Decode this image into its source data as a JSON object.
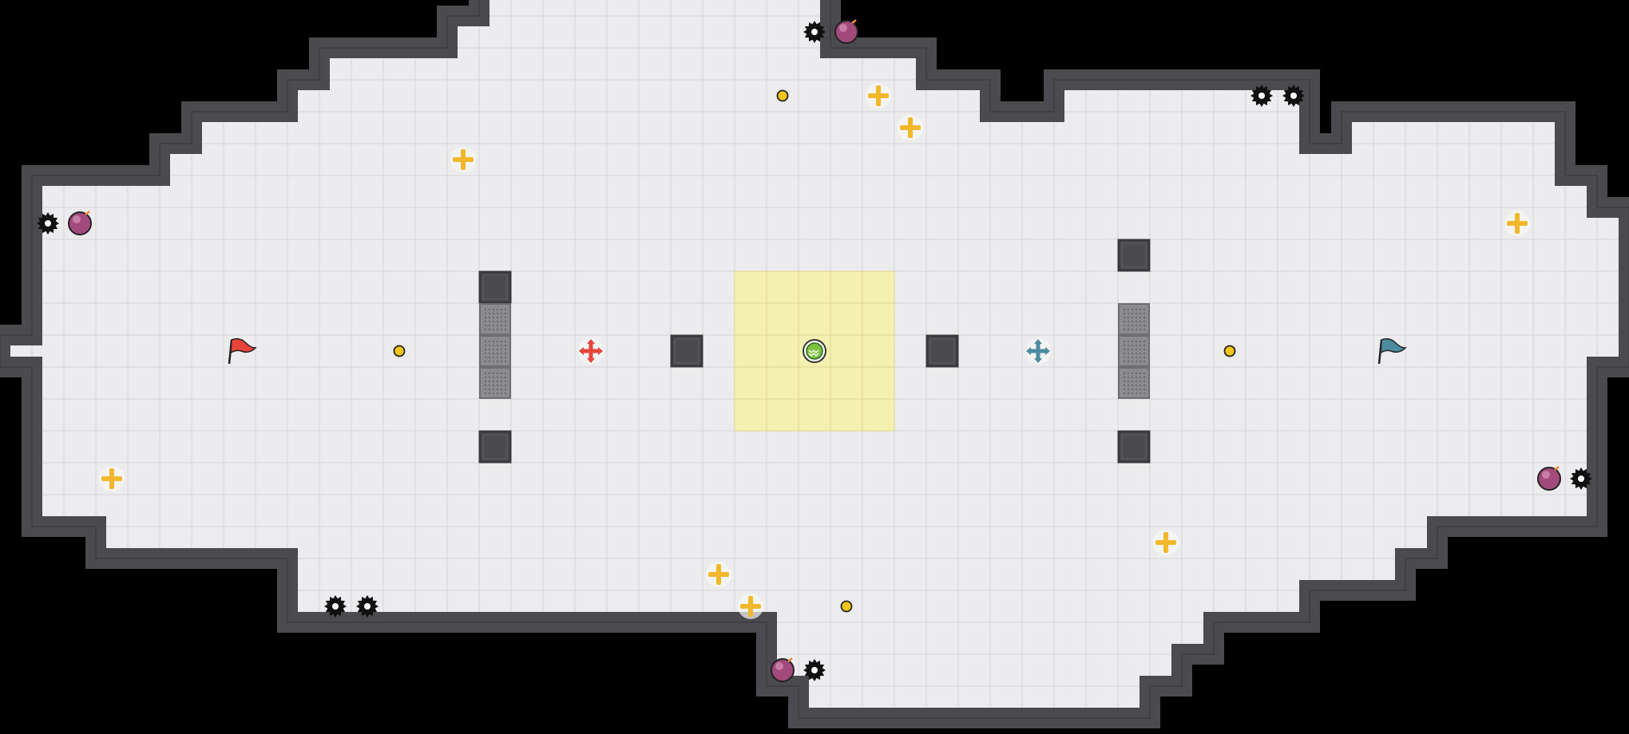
{
  "map": {
    "grid": {
      "cols": 51,
      "rows": 23
    },
    "colors": {
      "background": "#000000",
      "floor": "#ececee",
      "grid_line": "#d4d4d8",
      "wall": "#4a4a4f",
      "wall_edge": "#3a3a3e",
      "wall_highlight": "#e6e6e8",
      "neutral_zone": "#f4f0b0",
      "neutral_zone_line": "#dcd690",
      "speed_pad": "#8c8c90",
      "speed_pad_dot": "#6a6a6e",
      "red_team": "#e8443a",
      "blue_team": "#4a8c9e",
      "bomb": "#a24a7c",
      "spike": "#111111",
      "powerup": "#f0b82a",
      "button": "#f5c518",
      "portal": "#7ac142"
    },
    "floor_rows": [
      {
        "row": 0,
        "spans": [
          [
            15,
            25
          ]
        ]
      },
      {
        "row": 1,
        "spans": [
          [
            14,
            25
          ]
        ]
      },
      {
        "row": 2,
        "spans": [
          [
            10,
            28
          ]
        ]
      },
      {
        "row": 3,
        "spans": [
          [
            9,
            30
          ],
          [
            33,
            40
          ]
        ]
      },
      {
        "row": 4,
        "spans": [
          [
            6,
            32
          ],
          [
            33,
            40
          ],
          [
            42,
            48
          ]
        ]
      },
      {
        "row": 5,
        "spans": [
          [
            5,
            48
          ]
        ]
      },
      {
        "row": 6,
        "spans": [
          [
            1,
            49
          ]
        ]
      },
      {
        "row": 7,
        "spans": [
          [
            1,
            50
          ]
        ]
      },
      {
        "row": 8,
        "spans": [
          [
            1,
            50
          ]
        ]
      },
      {
        "row": 9,
        "spans": [
          [
            1,
            50
          ]
        ]
      },
      {
        "row": 10,
        "spans": [
          [
            1,
            50
          ]
        ]
      },
      {
        "row": 11,
        "spans": [
          [
            0,
            50
          ]
        ]
      },
      {
        "row": 12,
        "spans": [
          [
            1,
            49
          ]
        ]
      },
      {
        "row": 13,
        "spans": [
          [
            1,
            49
          ]
        ]
      },
      {
        "row": 14,
        "spans": [
          [
            1,
            49
          ]
        ]
      },
      {
        "row": 15,
        "spans": [
          [
            1,
            49
          ]
        ]
      },
      {
        "row": 16,
        "spans": [
          [
            1,
            49
          ]
        ]
      },
      {
        "row": 17,
        "spans": [
          [
            3,
            44
          ]
        ]
      },
      {
        "row": 18,
        "spans": [
          [
            9,
            43
          ]
        ]
      },
      {
        "row": 19,
        "spans": [
          [
            9,
            40
          ]
        ]
      },
      {
        "row": 20,
        "spans": [
          [
            24,
            37
          ]
        ]
      },
      {
        "row": 21,
        "spans": [
          [
            24,
            36
          ]
        ]
      },
      {
        "row": 22,
        "spans": [
          [
            25,
            35
          ]
        ]
      }
    ],
    "walls": [
      {
        "col": 15,
        "row": 9
      },
      {
        "col": 15,
        "row": 14
      },
      {
        "col": 21,
        "row": 11
      },
      {
        "col": 29,
        "row": 11
      },
      {
        "col": 35,
        "row": 8
      },
      {
        "col": 35,
        "row": 14
      }
    ],
    "neutral_zone": {
      "col": 23,
      "row": 9,
      "cols": 5,
      "rows": 5
    },
    "speed_pads": [
      {
        "col": 15,
        "row": 10
      },
      {
        "col": 15,
        "row": 11
      },
      {
        "col": 15,
        "row": 12
      },
      {
        "col": 35,
        "row": 10
      },
      {
        "col": 35,
        "row": 11
      },
      {
        "col": 35,
        "row": 12
      }
    ],
    "flags": [
      {
        "team": "red",
        "col": 7,
        "row": 11
      },
      {
        "team": "blue",
        "col": 43,
        "row": 11
      }
    ],
    "team_boosts": [
      {
        "team": "red",
        "col": 18,
        "row": 11
      },
      {
        "team": "blue",
        "col": 32,
        "row": 11
      }
    ],
    "portal": {
      "col": 25,
      "row": 11
    },
    "spikes": [
      {
        "col": 25,
        "row": 1
      },
      {
        "col": 39,
        "row": 3
      },
      {
        "col": 40,
        "row": 3
      },
      {
        "col": 1,
        "row": 7
      },
      {
        "col": 49,
        "row": 15
      },
      {
        "col": 10,
        "row": 19
      },
      {
        "col": 11,
        "row": 19
      },
      {
        "col": 25,
        "row": 21
      }
    ],
    "bombs": [
      {
        "col": 26,
        "row": 1
      },
      {
        "col": 2,
        "row": 7
      },
      {
        "col": 48,
        "row": 15
      },
      {
        "col": 24,
        "row": 21
      }
    ],
    "powerups": [
      {
        "col": 27,
        "row": 3
      },
      {
        "col": 28,
        "row": 4
      },
      {
        "col": 14,
        "row": 5
      },
      {
        "col": 47,
        "row": 7
      },
      {
        "col": 3,
        "row": 15
      },
      {
        "col": 36,
        "row": 17
      },
      {
        "col": 22,
        "row": 18
      },
      {
        "col": 23,
        "row": 19
      }
    ],
    "buttons": [
      {
        "col": 24,
        "row": 3
      },
      {
        "col": 12,
        "row": 11
      },
      {
        "col": 38,
        "row": 11
      },
      {
        "col": 26,
        "row": 19
      }
    ]
  }
}
